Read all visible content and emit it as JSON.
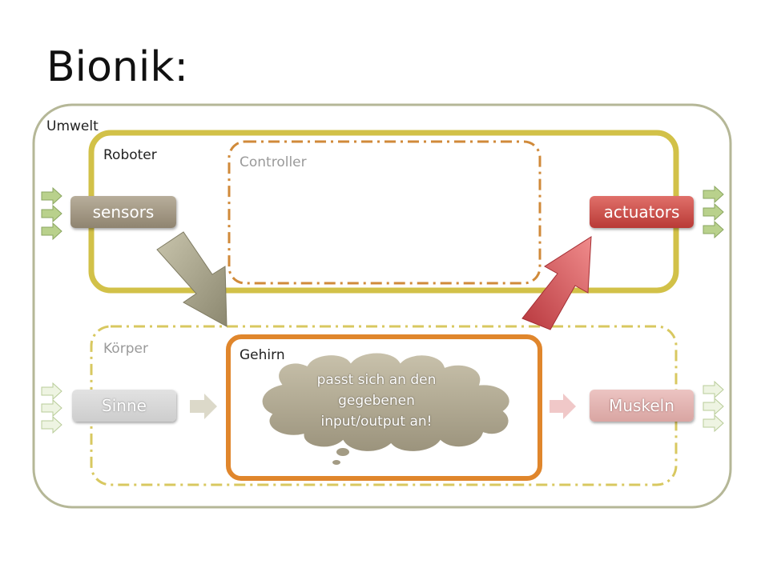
{
  "title": "Bionik:",
  "containers": {
    "umwelt": "Umwelt",
    "roboter": "Roboter",
    "controller": "Controller",
    "koerper": "Körper",
    "gehirn": "Gehirn"
  },
  "boxes": {
    "sensors": "sensors",
    "actuators": "actuators",
    "sinne": "Sinne",
    "muskeln": "Muskeln"
  },
  "cloud": {
    "line1": "passt sich an den",
    "line2": "gegebenen",
    "line3": "input/output an!"
  },
  "colors": {
    "umwelt_border": "#b5b797",
    "roboter_border": "#d2c148",
    "controller_border": "#d08a3a",
    "koerper_border": "#d8c860",
    "gehirn_border": "#e0862c",
    "arrow_green": "#b7cf8a",
    "arrow_red": "#d4505a",
    "arrow_gray": "#a9a58a"
  }
}
